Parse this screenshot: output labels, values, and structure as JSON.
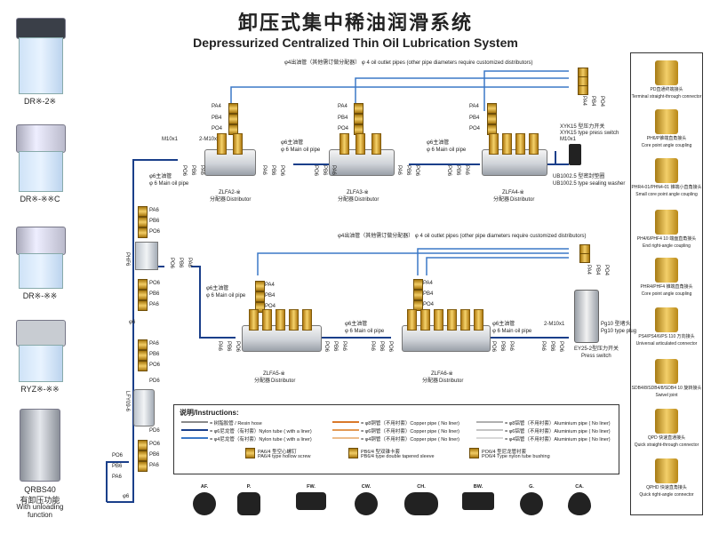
{
  "title": {
    "cn": "卸压式集中稀油润滑系统",
    "en": "Depressurized Centralized Thin Oil Lubrication System"
  },
  "pumps": [
    {
      "label": "DR※-2※"
    },
    {
      "label": "DR※-※※C"
    },
    {
      "label": "DR※-※※"
    },
    {
      "label": "RYZ※-※※"
    },
    {
      "label_cn": "QRBS40",
      "label_cn2": "有卸压功能",
      "label_en": "With unloading function"
    }
  ],
  "top_section": {
    "outlet_note": "φ4出油管（其他需订做分配器） φ 4 oil outlet pipes (other pipe diameters require customized distributors)",
    "main_pipe_cn": "φ6主油管",
    "main_pipe_en": "φ 6 Main oil pipe",
    "m10_1": "M10x1",
    "m10_2": "2-M10x1",
    "pa4": "PA4",
    "pb4": "PB4",
    "po4": "PO4",
    "po6": "PO6",
    "pb6": "PB6",
    "pa6": "PA6",
    "d1": "ZLFA2-※",
    "d2": "ZLFA3-※",
    "d3": "ZLFA4-※",
    "dist_cn": "分配器",
    "dist_en": "Distributor",
    "press_cn": "XYK15 型压力开关",
    "press_en": "XYK15 type press switch",
    "m10_3": "M10x1",
    "washer_cn": "UB1002.5 型密封垫圈",
    "washer_en": "UB1002.5 type sealing washer"
  },
  "left_branch": {
    "pa6": "PA6",
    "pb6": "PB6",
    "po6": "PO6",
    "phf6": "PHF6",
    "phi6": "φ6",
    "lfy": "LFY09-6",
    "pd6": "PD6"
  },
  "bottom_section": {
    "outlet_note": "φ4出油管（其他需订做分配器） φ 4 oil outlet pipes (other pipe diameters require customized distributors)",
    "main_pipe_cn": "φ6主油管",
    "main_pipe_en": "φ 6 Main oil pipe",
    "d1": "ZLFA5-※",
    "d2": "ZLFA6-※",
    "dist_cn": "分配器",
    "dist_en": "Distributor",
    "plug_cn": "Pg10 型堵头",
    "plug_en": "Pg10 type plug",
    "m10": "2-M10x1",
    "ey_cn": "EY25-2型压力开关",
    "ey_en": "Press switch"
  },
  "legend": {
    "title": "说明/Instructions:",
    "rows": [
      {
        "text": "= 树脂胶管 / Resin hose",
        "color": "#8a8a8a"
      },
      {
        "text": "= φ6尼龙管（有衬套）Nylon tube ( with a liner)",
        "color": "#1a3f8a"
      },
      {
        "text": "= φ4尼龙管（有衬套）Nylon tube ( with a liner)",
        "color": "#3b78c7"
      },
      {
        "text": "= φ8铜管（不用衬套）Copper pipe ( No liner)",
        "color": "#d9792a"
      },
      {
        "text": "= φ6铜管（不用衬套）Copper pipe ( No liner)",
        "color": "#e39a55"
      },
      {
        "text": "= φ4铜管（不用衬套）Copper pipe ( No liner)",
        "color": "#edbd8c"
      },
      {
        "text": "= φ8铝管（不用衬套）Aluminium pipe ( No liner)",
        "color": "#b0b0b0"
      },
      {
        "text": "= φ6铝管（不用衬套）Aluminium pipe ( No liner)",
        "color": "#c4c4c4"
      },
      {
        "text": "= φ4铝管（不用衬套）Aluminium pipe ( No liner)",
        "color": "#d8d8d8"
      }
    ],
    "fittings": [
      {
        "a": "PA6/4 型空心螺钉",
        "b": "PA6/4 type hollow screw"
      },
      {
        "a": "PB6/4 型双锥卡套",
        "b": "PB6/4 type double tapered sleeve"
      },
      {
        "a": "PO6/4 型尼龙管衬套",
        "b": "PO6/4 Type nylon tube bushing"
      }
    ]
  },
  "symbols": [
    {
      "label": "AF."
    },
    {
      "label": "P."
    },
    {
      "label": "FW."
    },
    {
      "label": "CW."
    },
    {
      "label": "CH."
    },
    {
      "label": "BW."
    },
    {
      "label": "G."
    },
    {
      "label": "CA."
    }
  ],
  "sidebar": [
    {
      "cn": "PD直通终端接头",
      "en": "Terminal straight-through connector"
    },
    {
      "cn": "PH6/P锥端直角接头",
      "en": "Core point angle coupling"
    },
    {
      "cn": "PHR4-01/PHN4-01 锥端小直角接头",
      "en": "Small core point angle coupling"
    },
    {
      "cn": "PH4/6/PHF4 10 端面直角接头",
      "en": "End right-angle coupling"
    },
    {
      "cn": "PHR4/PHF4 锥端直角接头",
      "en": "Core point angle coupling"
    },
    {
      "cn": "PS4/PS4/6/PS 110 万向接头",
      "en": "Universal articulated connector"
    },
    {
      "cn": "SDB4/8/SDB4/8/SDB4 10 旋转接头",
      "en": "Swivel joint"
    },
    {
      "cn": "QPD 快速直通接头",
      "en": "Quick straight-through connector"
    },
    {
      "cn": "QPHD 快速直角接头",
      "en": "Quick right-angle connector"
    }
  ],
  "colors": {
    "main_line": "#1a3f8a",
    "outlet_line": "#3b78c7",
    "fitting": "#e0b040"
  }
}
